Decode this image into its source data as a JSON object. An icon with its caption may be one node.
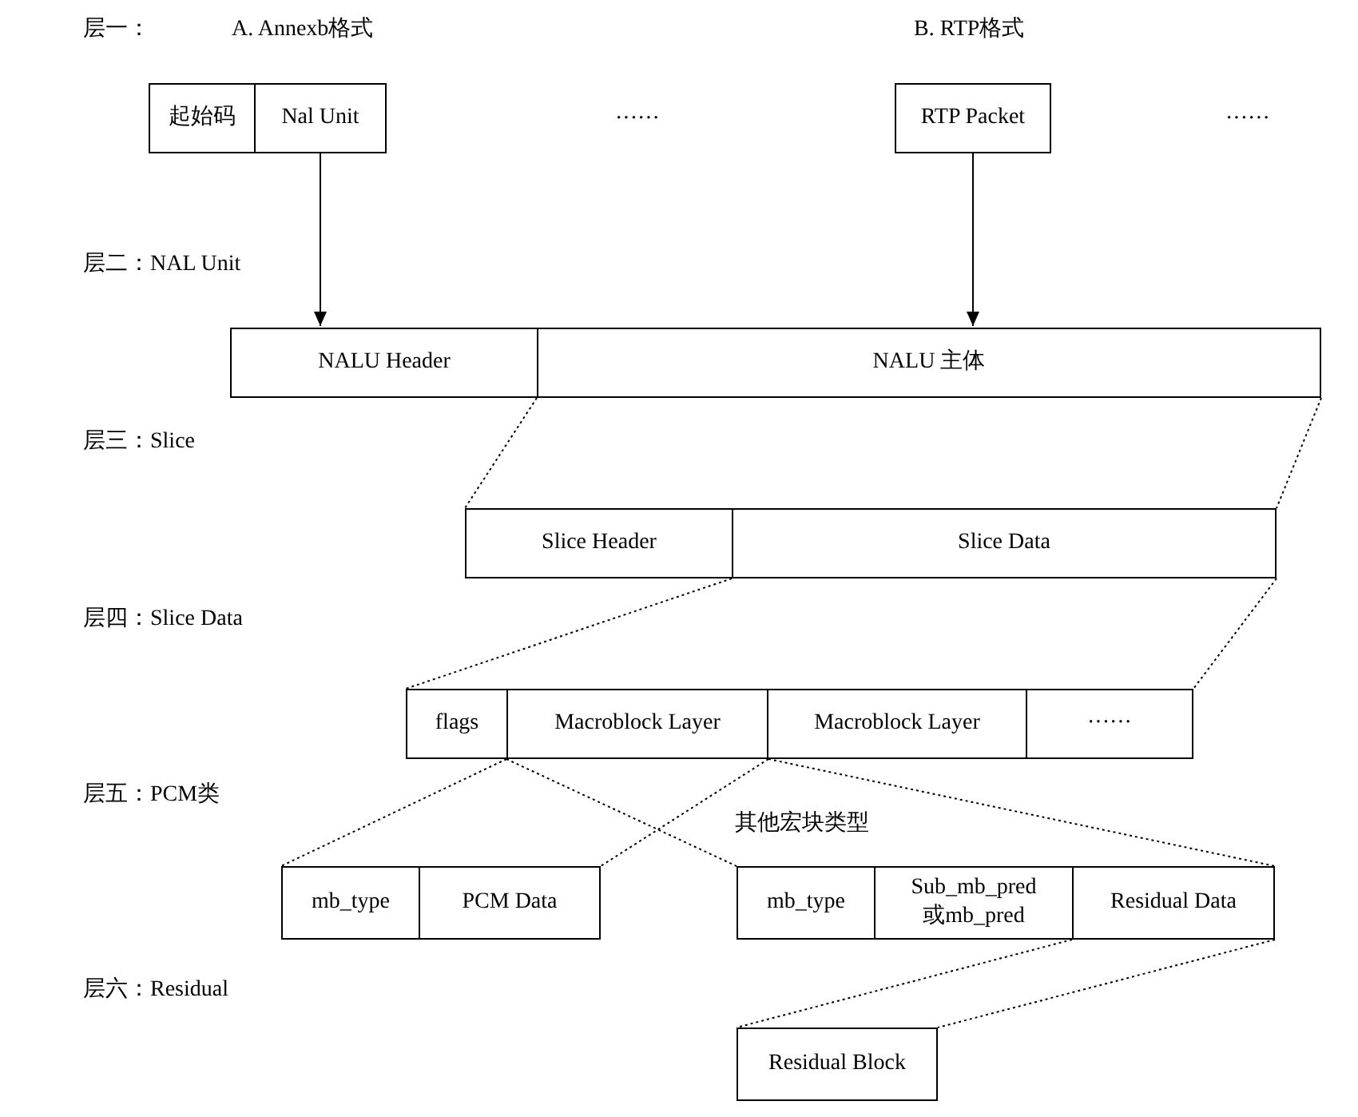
{
  "diagram": {
    "nodes": [
      {
        "text": [
          "起始码"
        ]
      },
      {
        "text": [
          "Nal Unit"
        ]
      },
      {
        "text": [
          "RTP Packet"
        ]
      },
      {
        "text": [
          "NALU Header"
        ]
      },
      {
        "text": [
          "NALU 主体"
        ]
      },
      {
        "text": [
          "Slice Header"
        ]
      },
      {
        "text": [
          "Slice Data"
        ]
      },
      {
        "text": [
          "flags"
        ]
      },
      {
        "text": [
          "Macroblock Layer"
        ]
      },
      {
        "text": [
          "Macroblock Layer"
        ]
      },
      {
        "text": [
          "······"
        ]
      },
      {
        "text": [
          "mb_type"
        ]
      },
      {
        "text": [
          "PCM Data"
        ]
      },
      {
        "text": [
          "mb_type"
        ]
      },
      {
        "text": [
          "Sub_mb_pred 或mb_pred"
        ]
      },
      {
        "text": [
          "Residual Data"
        ]
      },
      {
        "text": [
          "Residual Block"
        ]
      }
    ],
    "edges": [
      {
        "from": 1,
        "to": 3,
        "arrow": "to"
      },
      {
        "from": 2,
        "to": 4,
        "arrow": "to"
      },
      {
        "from": 4,
        "to": 5,
        "arrow": "none",
        "style": "dashed"
      },
      {
        "from": 4,
        "to": 6,
        "arrow": "none",
        "style": "dashed"
      },
      {
        "from": 6,
        "to": 7,
        "arrow": "none",
        "style": "dashed"
      },
      {
        "from": 6,
        "to": 10,
        "arrow": "none",
        "style": "dashed"
      },
      {
        "from": 8,
        "to": 11,
        "arrow": "none",
        "style": "dashed"
      },
      {
        "from": 8,
        "to": 12,
        "arrow": "none",
        "style": "dashed"
      },
      {
        "from": 8,
        "to": 13,
        "arrow": "none",
        "style": "dashed"
      },
      {
        "from": 8,
        "to": 15,
        "arrow": "none",
        "style": "dashed"
      },
      {
        "from": 15,
        "to": 16,
        "arrow": "none",
        "style": "dashed"
      },
      {
        "from": 15,
        "to": 16,
        "arrow": "none",
        "style": "dashed"
      }
    ],
    "labels": [
      "层一：",
      "A. Annexb格式",
      "B. RTP格式",
      "······",
      "······",
      "层二：NAL Unit",
      "层三：Slice",
      "层四：Slice Data",
      "层五：PCM类",
      "其他宏块类型",
      "层六：Residual"
    ]
  }
}
